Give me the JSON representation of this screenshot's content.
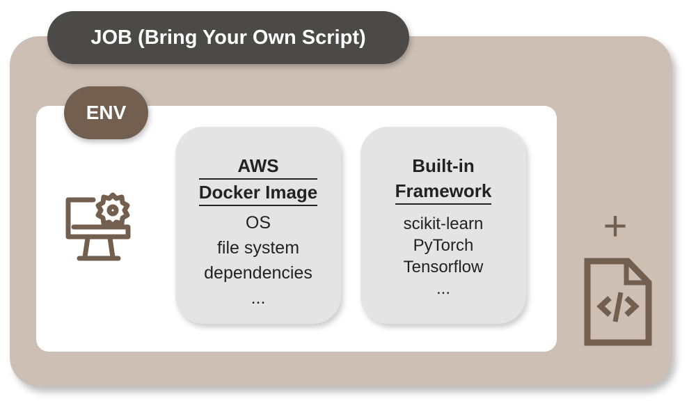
{
  "job": {
    "label": "JOB (Bring Your Own Script)"
  },
  "env": {
    "label": "ENV"
  },
  "cards": [
    {
      "title": [
        "AWS",
        "Docker Image"
      ],
      "items": [
        "OS",
        "file system",
        "dependencies",
        "..."
      ]
    },
    {
      "title": [
        "Built-in",
        "Framework"
      ],
      "items": [
        "scikit-learn",
        "PyTorch",
        "Tensorflow",
        "..."
      ]
    }
  ],
  "plus": "+",
  "colors": {
    "outer": "#cdbfb4",
    "job": "#4b4a49",
    "env": "#735f50",
    "card": "#e4e4e4",
    "icon": "#735f50"
  }
}
